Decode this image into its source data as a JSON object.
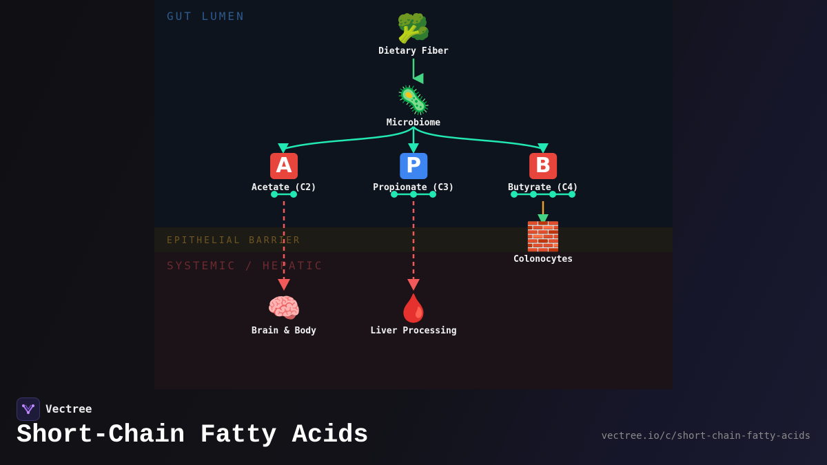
{
  "zones": {
    "lumen": "GUT LUMEN",
    "barrier": "EPITHELIAL BARRIER",
    "systemic": "SYSTEMIC / HEPATIC"
  },
  "nodes": {
    "fiber": {
      "label": "Dietary Fiber",
      "icon": "broccoli-icon",
      "glyph": "🥦"
    },
    "microbiome": {
      "label": "Microbiome",
      "icon": "microbe-icon",
      "glyph": "🦠"
    },
    "acetate": {
      "label": "Acetate (C2)",
      "icon": "letter-a-icon",
      "glyph": "A",
      "carbons": 2
    },
    "propionate": {
      "label": "Propionate (C3)",
      "icon": "letter-p-icon",
      "glyph": "P",
      "carbons": 3
    },
    "butyrate": {
      "label": "Butyrate (C4)",
      "icon": "letter-b-icon",
      "glyph": "B",
      "carbons": 4
    },
    "colonocytes": {
      "label": "Colonocytes",
      "icon": "brick-wall-icon",
      "glyph": "🧱"
    },
    "brain": {
      "label": "Brain & Body",
      "icon": "brain-icon",
      "glyph": "🧠"
    },
    "liver": {
      "label": "Liver Processing",
      "icon": "blood-drop-icon",
      "glyph": "🩸"
    }
  },
  "colors": {
    "green_arrow": "#45d483",
    "teal_arrow": "#22e8b4",
    "red_dashed": "#f25a5a",
    "orange_arrow": "#e8a030",
    "tile_red": "#e8453c",
    "tile_blue": "#3d86f2"
  },
  "footer": {
    "brand": "Vectree",
    "title": "Short-Chain Fatty Acids",
    "url": "vectree.io/c/short-chain-fatty-acids"
  }
}
